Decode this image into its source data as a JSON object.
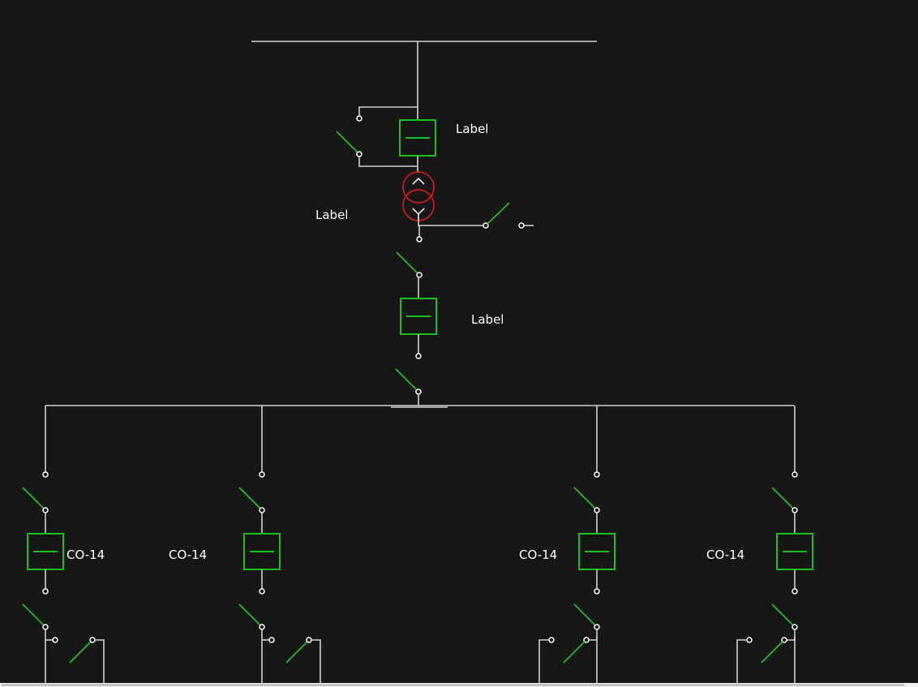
{
  "diagram": {
    "type": "single-line-electrical-diagram",
    "colors": {
      "background": "#161616",
      "wire": "#d0d0d0",
      "switch_blade": "#1ec81e",
      "breaker": "#18c018",
      "transformer": "#e01818"
    },
    "main_feed": {
      "breaker_label": "Label",
      "transformer_label": "Label",
      "secondary_breaker_label": "Label"
    },
    "feeders": [
      {
        "relay_label": "CO-14"
      },
      {
        "relay_label": "CO-14"
      },
      {
        "relay_label": "CO-14"
      },
      {
        "relay_label": "CO-14"
      }
    ]
  }
}
